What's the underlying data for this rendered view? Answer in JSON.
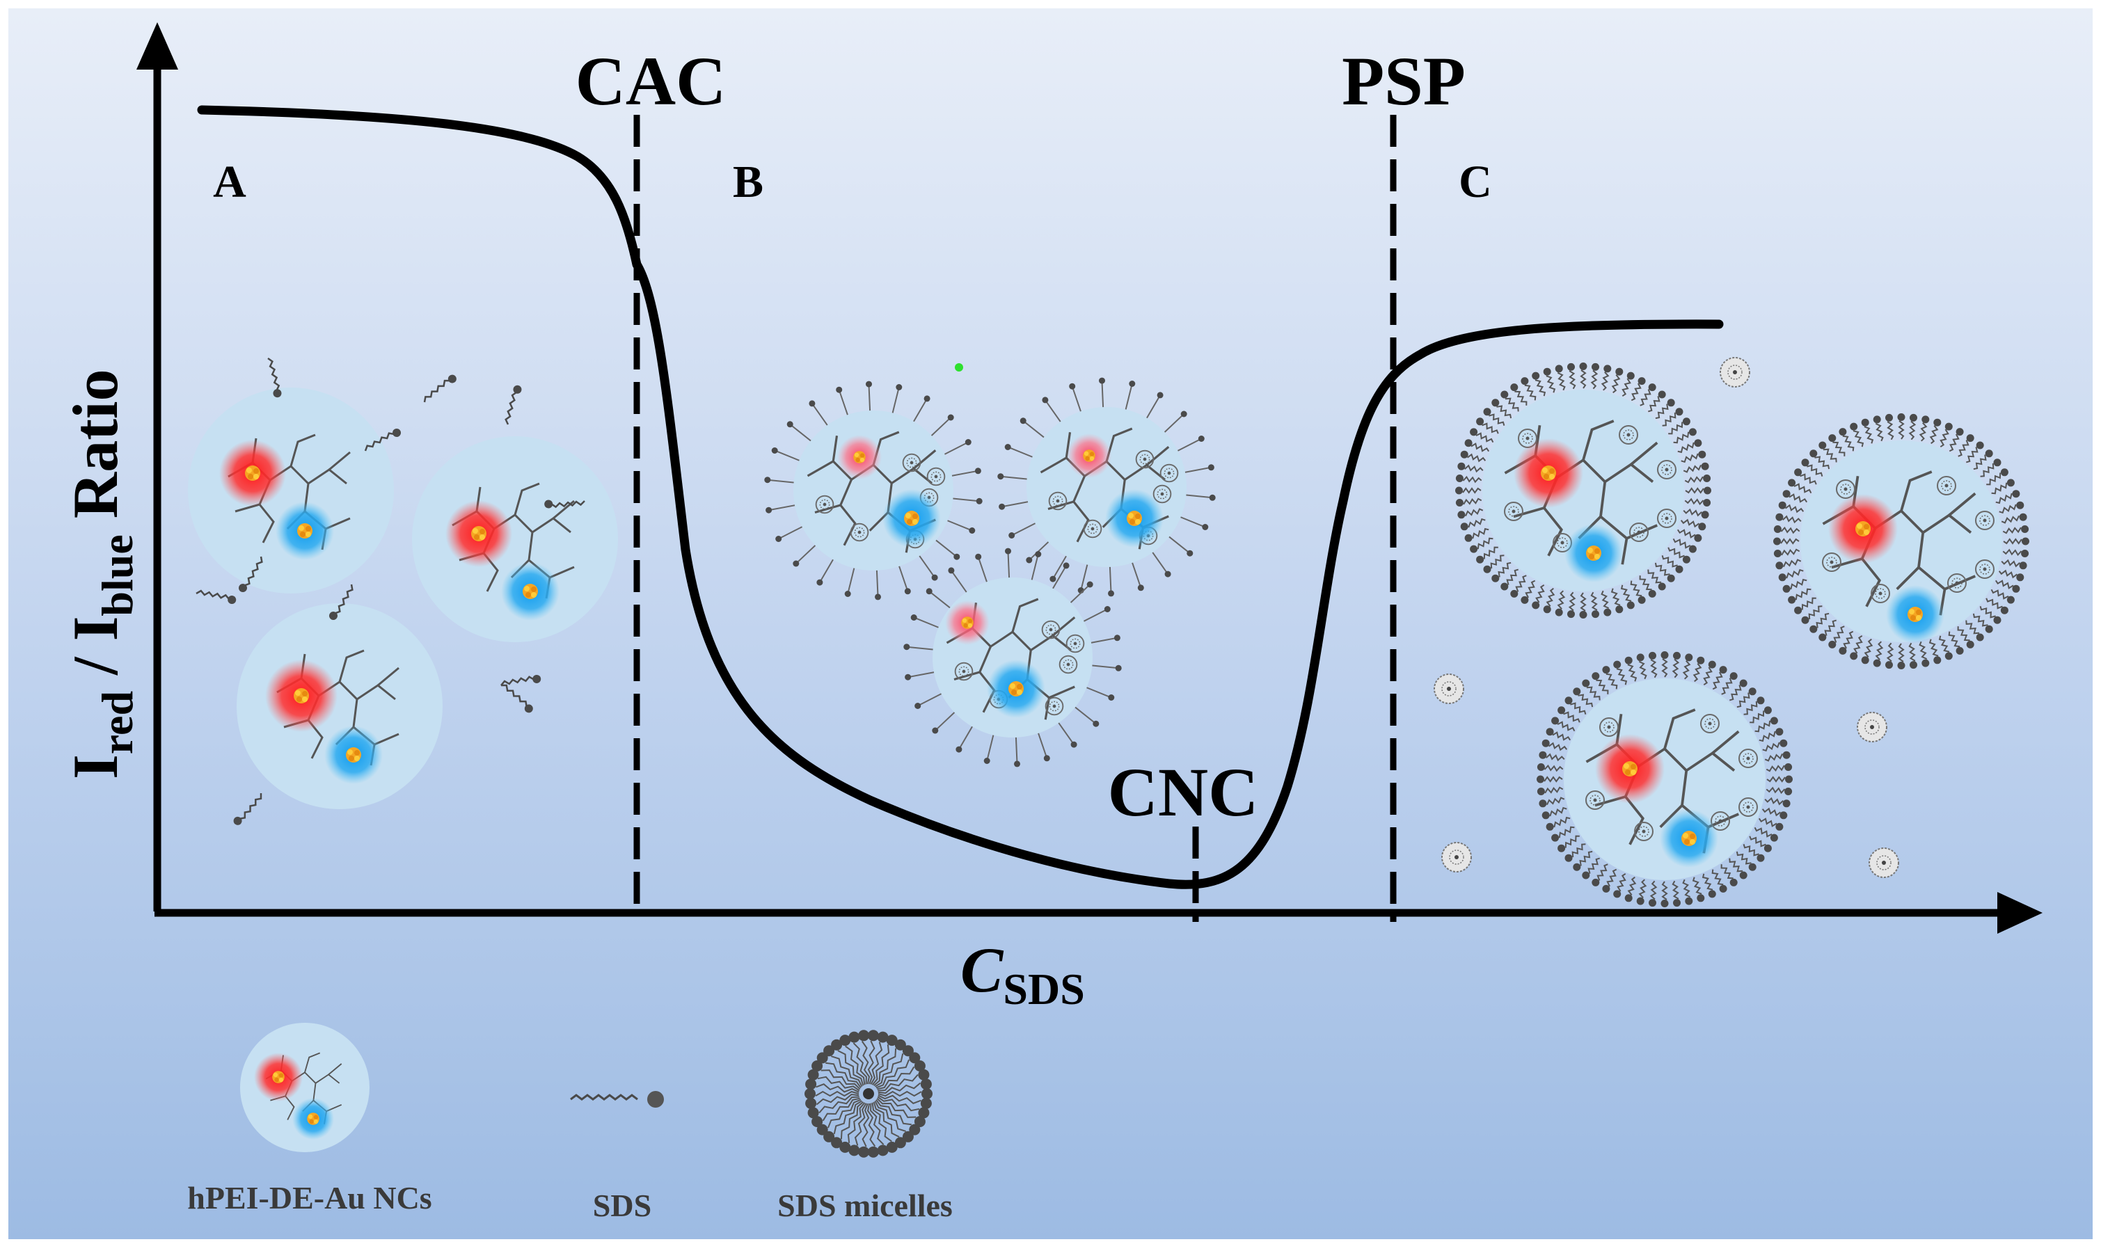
{
  "diagram": {
    "y_axis_label": {
      "main1": "I",
      "sub1": "red",
      "slash": " / ",
      "main2": "I",
      "sub2": "blue",
      "tail": " Ratio"
    },
    "x_axis_label": {
      "main": "C",
      "sub": "SDS"
    },
    "markers": {
      "cac": "CAC",
      "cnc": "CNC",
      "psp": "PSP"
    },
    "regions": {
      "a": "A",
      "b": "B",
      "c": "C"
    },
    "legend": [
      {
        "id": "nc",
        "label": "hPEI-DE-Au NCs"
      },
      {
        "id": "sds",
        "label": "SDS"
      },
      {
        "id": "micelle",
        "label": "SDS micelles"
      }
    ],
    "colors": {
      "bg_top": "#e8eef8",
      "bg_bottom": "#9dbbe3",
      "curve": "#000000",
      "particle": "#c6e0f2",
      "red_emitter": "#ff2020",
      "blue_emitter": "#1aa3ef",
      "core": "#f5a623",
      "polymer": "#555555",
      "surfactant": "#4a4a4a"
    }
  }
}
